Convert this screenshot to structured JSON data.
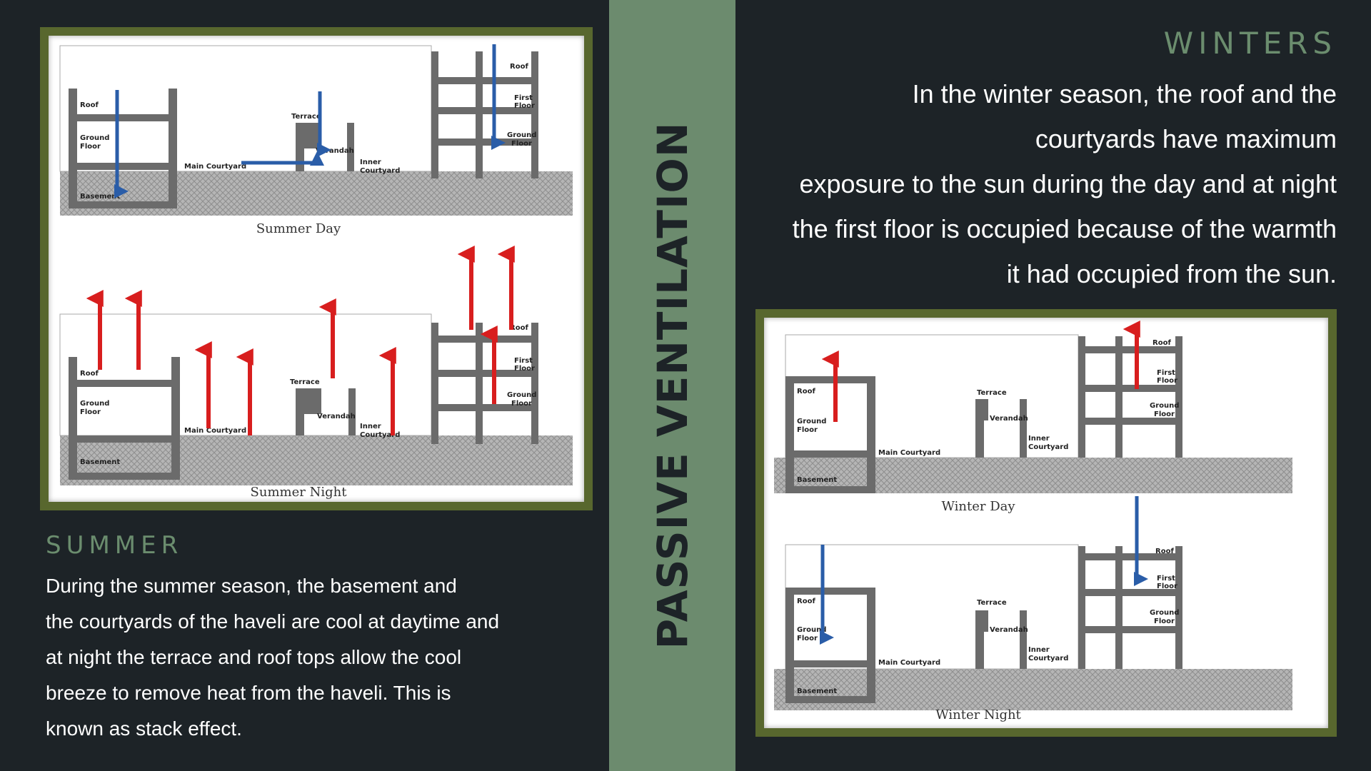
{
  "center_band": {
    "title": "PASSIVE VENTILATION"
  },
  "summer": {
    "title": "SUMMER",
    "text_lines": [
      "During the summer season, the basement and",
      "the courtyards of the haveli are cool at daytime and",
      "at night the terrace and roof tops allow the cool",
      "breeze to remove heat from the haveli. This is",
      "known as stack effect."
    ],
    "diagram": {
      "day_caption": "Summer Day",
      "night_caption": "Summer Night",
      "labels": {
        "roof": "Roof",
        "ground_floor_1": "Ground",
        "ground_floor_2": "Floor",
        "basement": "Basement",
        "main_courtyard": "Main Courtyard",
        "terrace": "Terrace",
        "verandah": "Verandah",
        "inner_1": "Inner",
        "inner_2": "Courtyard",
        "first_1": "First",
        "first_2": "Floor"
      }
    }
  },
  "winter": {
    "title": "WINTERS",
    "text_lines": [
      "In the winter season, the roof and the",
      "courtyards have maximum",
      "exposure to the sun during the day and at night",
      "the first floor is occupied because of the warmth",
      "it had occupied from the sun."
    ],
    "diagram": {
      "day_caption": "Winter Day",
      "night_caption": "Winter Night",
      "labels": {
        "roof": "Roof",
        "ground_floor_1": "Ground",
        "ground_floor_2": "Floor",
        "basement": "Basement",
        "main_courtyard": "Main Courtyard",
        "terrace": "Terrace",
        "verandah": "Verandah",
        "inner_1": "Inner",
        "inner_2": "Courtyard",
        "first_1": "First",
        "first_2": "Floor"
      }
    }
  },
  "colors": {
    "background": "#1d2327",
    "band": "#6c8b6e",
    "accent_title": "#6b8d6e",
    "frame": "#58672e",
    "warm_arrow": "#d81e1e",
    "cool_arrow": "#2a5da8"
  }
}
